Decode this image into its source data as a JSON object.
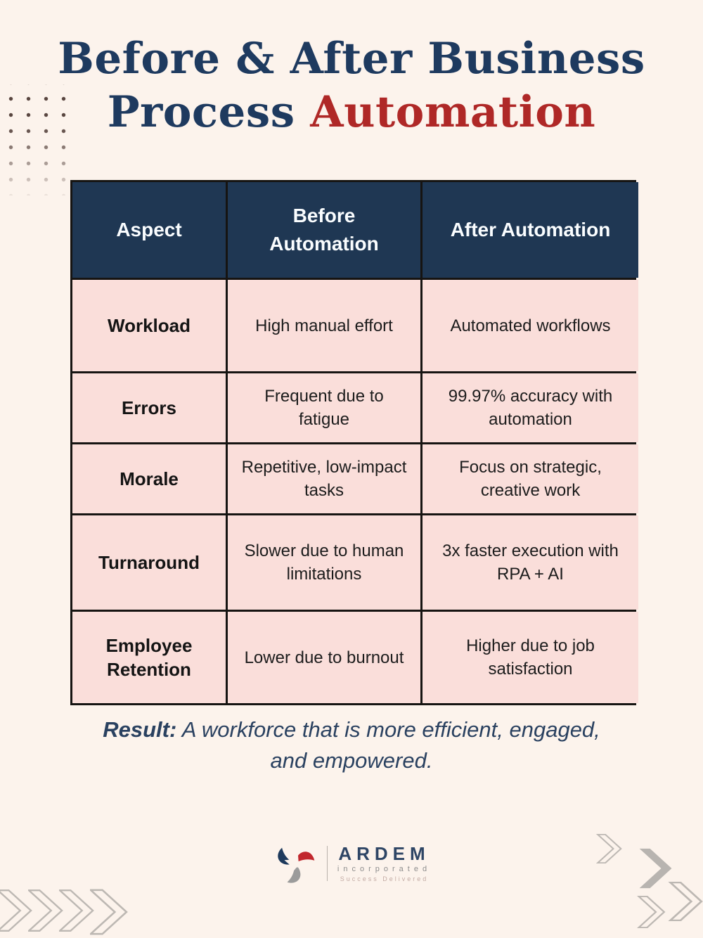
{
  "title": {
    "line1": "Before & After Business",
    "line2_navy": "Process ",
    "line2_accent": "Automation"
  },
  "table": {
    "headers": [
      "Aspect",
      "Before Automation",
      "After Automation"
    ],
    "rows": [
      {
        "aspect": "Workload",
        "before": "High manual effort",
        "after": "Automated workflows"
      },
      {
        "aspect": "Errors",
        "before": "Frequent due to fatigue",
        "after": "99.97% accuracy with automation"
      },
      {
        "aspect": "Morale",
        "before": "Repetitive, low-impact tasks",
        "after": "Focus on strategic, creative work"
      },
      {
        "aspect": "Turnaround",
        "before": "Slower due to human limitations",
        "after": "3x faster execution with RPA + AI"
      },
      {
        "aspect": "Employee Retention",
        "before": "Lower due to burnout",
        "after": "Higher due to job satisfaction"
      }
    ]
  },
  "result": {
    "label": "Result:",
    "text": " A workforce that is more efficient, engaged, and empowered."
  },
  "logo": {
    "name": "ARDEM",
    "subtitle": "incorporated",
    "tagline": "Success Delivered"
  },
  "icons": {
    "logo_mark": "pinwheel-icon",
    "decoration": "chevron-right-icon",
    "dots": "dot-grid-pattern"
  },
  "colors": {
    "background": "#fcf3ec",
    "title_navy": "#1e3a5f",
    "title_red": "#af2827",
    "header_navy": "#1f3753",
    "cell_pink": "#fadeda",
    "border_black": "#161412",
    "result_navy": "#2a4160",
    "logo_navy": "#2e4565",
    "logo_red": "#c1272d",
    "logo_gray": "#9b9b9b",
    "decor_gray": "#bdb8b3"
  }
}
